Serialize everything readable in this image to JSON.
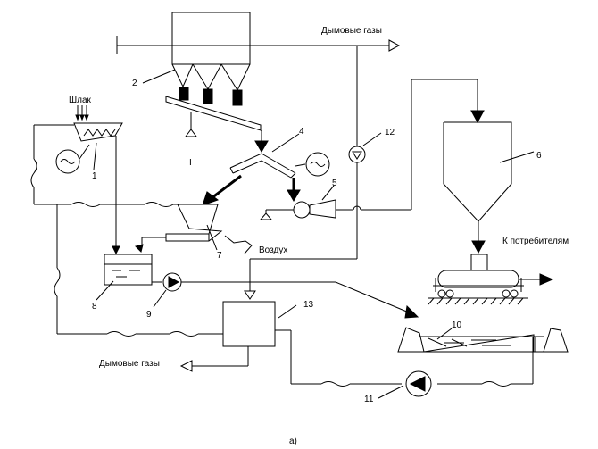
{
  "labels": {
    "flue_gas_top": "Дымовые газы",
    "flue_gas_bottom": "Дымовые газы",
    "slag": "Шлак",
    "air": "Воздух",
    "consumers": "К потребителям",
    "caption": "а)"
  },
  "numbers": {
    "n1": "1",
    "n2": "2",
    "n4": "4",
    "n5": "5",
    "n6": "6",
    "n7": "7",
    "n8": "8",
    "n9": "9",
    "n10": "10",
    "n11": "11",
    "n12": "12",
    "n13": "13",
    "n_roman": "I"
  }
}
